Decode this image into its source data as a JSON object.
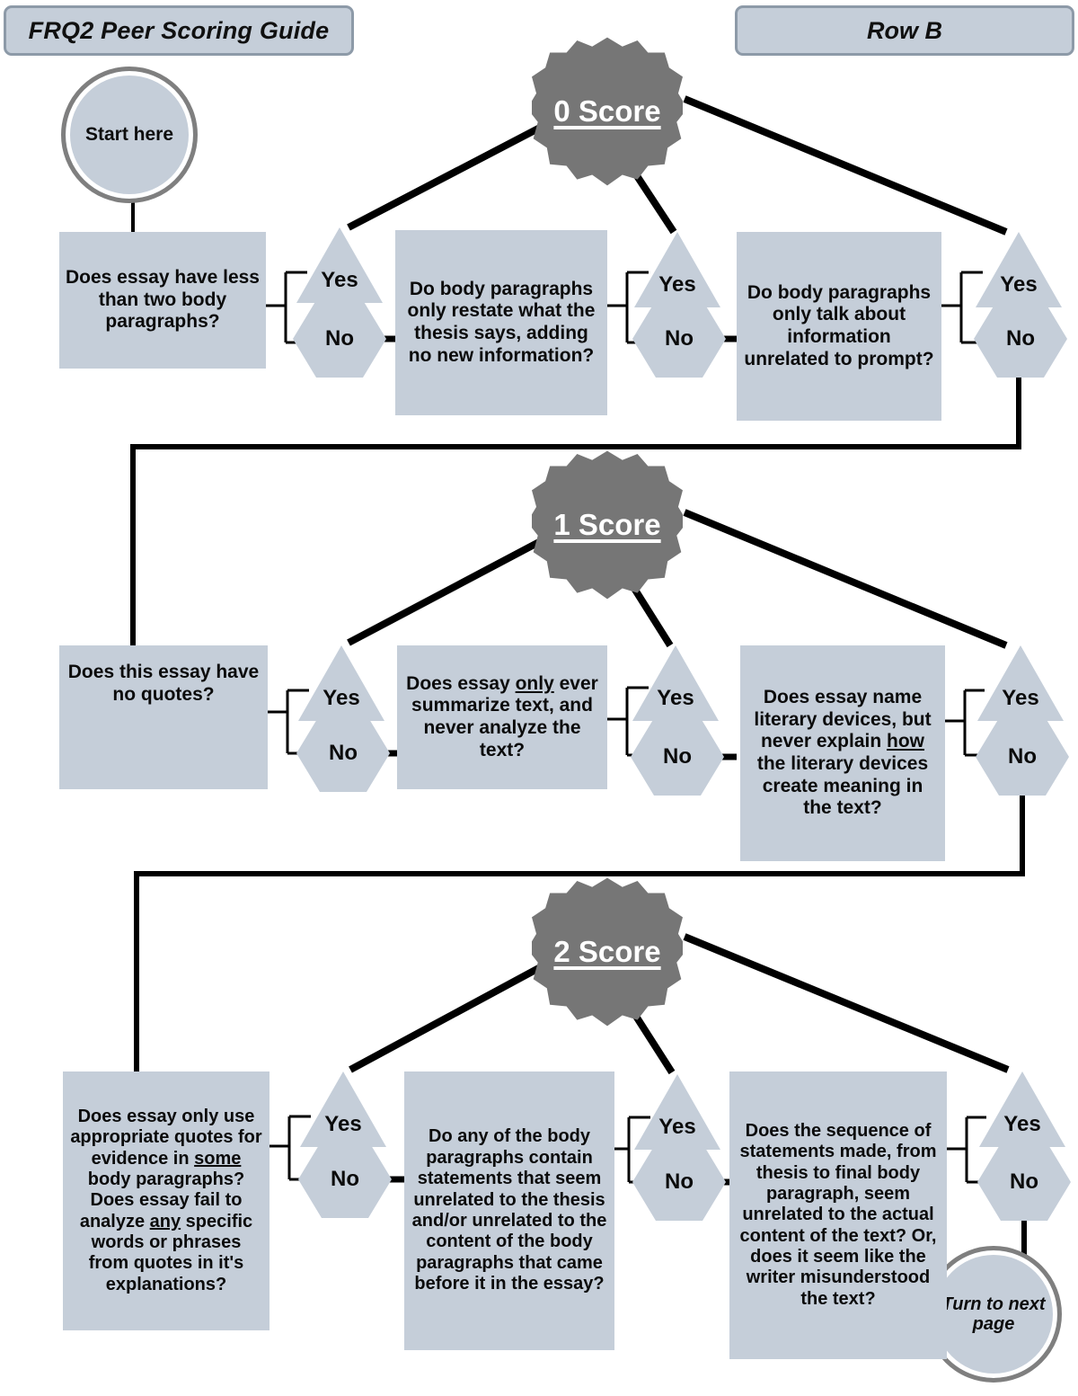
{
  "header": {
    "left_title": "FRQ2 Peer Scoring Guide",
    "right_title": "Row B"
  },
  "start_node": {
    "label": "Start here"
  },
  "end_node": {
    "label": "Turn to next page"
  },
  "colors": {
    "box_fill": "#c5ced9",
    "banner_border": "#8d9aa8",
    "burst_fill": "#767676",
    "ring_border": "#7f7f7f",
    "line": "#000000",
    "text": "#0b0b0b",
    "burst_text": "#ffffff"
  },
  "answer_labels": {
    "yes": "Yes",
    "no": "No"
  },
  "rows": [
    {
      "score_label": "0 Score",
      "questions": [
        {
          "text_html": "Does essay have less than two body paragraphs?",
          "font_size": 21
        },
        {
          "text_html": "Do body paragraphs only restate what the thesis says, adding no new information?",
          "font_size": 21
        },
        {
          "text_html": "Do body paragraphs only talk about information unrelated to prompt?",
          "font_size": 21
        }
      ]
    },
    {
      "score_label": "1 Score",
      "questions": [
        {
          "text_html": "Does this essay have no quotes?",
          "font_size": 21
        },
        {
          "text_html": "Does essay <u>only</u> ever summarize text, and never analyze the text?",
          "font_size": 21
        },
        {
          "text_html": "Does essay name literary devices, but never explain <u>how</u> the literary devices create meaning in the text?",
          "font_size": 21
        }
      ]
    },
    {
      "score_label": "2 Score",
      "questions": [
        {
          "text_html": "Does essay only use appropriate quotes for evidence in <u>some</u> body paragraphs? Does essay fail to analyze <u>any</u> specific words or phrases from quotes in it's explanations?",
          "font_size": 20
        },
        {
          "text_html": "Do any of the body paragraphs contain statements that seem unrelated to the thesis and/or unrelated to the content of the body paragraphs that came before it in the essay?",
          "font_size": 20
        },
        {
          "text_html": "Does the sequence of statements made, from thesis to final body paragraph, seem unrelated to the actual content of the text? Or, does it seem like the writer misunderstood the text?",
          "font_size": 20
        }
      ]
    }
  ]
}
